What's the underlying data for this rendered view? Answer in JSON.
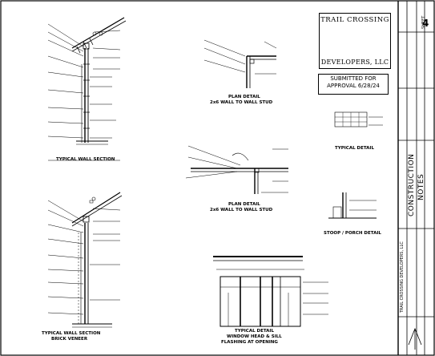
{
  "logo": {
    "name": "TRAIL CROSSING",
    "sub": "DEVELOPERS, LLC"
  },
  "stamp": {
    "line1": "SUBMITTED FOR",
    "line2": "APPROVAL 6/28/24"
  },
  "details": {
    "wall_section_top": "TYPICAL WALL SECTION",
    "wall_section_bottom": "TYPICAL WALL SECTION",
    "wall_section_bottom_sub": "BRICK VENEER",
    "plan_detail_1_line1": "PLAN DETAIL",
    "plan_detail_1_line2": "2x6 WALL TO WALL STUD",
    "plan_detail_2_line1": "PLAN DETAIL",
    "plan_detail_2_line2": "2x6 WALL TO WALL STUD",
    "window_line1": "TYPICAL DETAIL",
    "window_line2": "WINDOW HEAD & SILL",
    "window_line3": "FLASHING AT OPENING",
    "small_detail_right": "TYPICAL DETAIL",
    "stoop_detail": "STOOP / PORCH DETAIL"
  },
  "title_block": {
    "sheet_label": "SHEET",
    "sheet_number": "4",
    "project_title_line1": "CONSTRUCTION",
    "project_title_line2": "NOTES",
    "firm": "TRAIL CROSSING DEVELOPERS, LLC"
  }
}
